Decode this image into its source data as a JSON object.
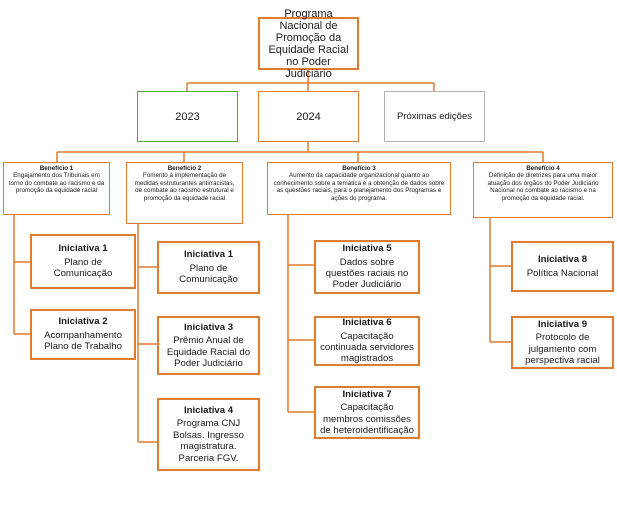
{
  "title": "Programa Nacional de Promoção da Equidade Racial no Poder Judiciário",
  "editions": [
    "2023",
    "2024",
    "Próximas edições"
  ],
  "benefits": [
    {
      "title": "Benefício 1",
      "text": "Engajamento dos Tribunais em torno do combate ao racismo e da promoção da equidade racial"
    },
    {
      "title": "Benefício 2",
      "text": "Fomento à implementação de medidas estruturantes antirracistas, de combate ao racismo estrutural e promoção da equidade racial"
    },
    {
      "title": "Benefício 3",
      "text": "Aumento da capacidade organizacional quanto ao conhecimento sobre a temática e a obtenção de dados sobre as questões raciais, para o planejamento dos Programas e ações do programa."
    },
    {
      "title": "Benefício 4",
      "text": "Definição de diretrizes para uma maior atuação dos órgãos do Poder Judiciário Nacional no combate ao racismo e na promoção da equidade racial."
    }
  ],
  "initiatives": [
    {
      "title": "Iniciativa 1",
      "text": "Plano de Comunicação"
    },
    {
      "title": "Iniciativa 2",
      "text": "Acompanhamento Plano de Trabalho"
    },
    {
      "title": "Iniciativa 1",
      "text": "Plano de Comunicação"
    },
    {
      "title": "Iniciativa 3",
      "text": "Prêmio Anual de Equidade Racial do Poder Judiciário"
    },
    {
      "title": "Iniciativa 4",
      "text": "Programa CNJ Bolsas. Ingresso magistratura. Parceria FGV."
    },
    {
      "title": "Iniciativa 5",
      "text": "Dados sobre questões raciais no Poder Judiciário"
    },
    {
      "title": "Iniciativa 6",
      "text": "Capacitação continuada servidores magistrados"
    },
    {
      "title": "Iniciativa 7",
      "text": "Capacitação membros comissões de heteroidentificação"
    },
    {
      "title": "Iniciativa 8",
      "text": "Política Nacional"
    },
    {
      "title": "Iniciativa 9",
      "text": "Protocolo de julgamento com perspectiva racial"
    }
  ],
  "colors": {
    "connector": "#e07b30",
    "edition_2023": "#5aa832",
    "edition_next": "#b3b3b3"
  }
}
